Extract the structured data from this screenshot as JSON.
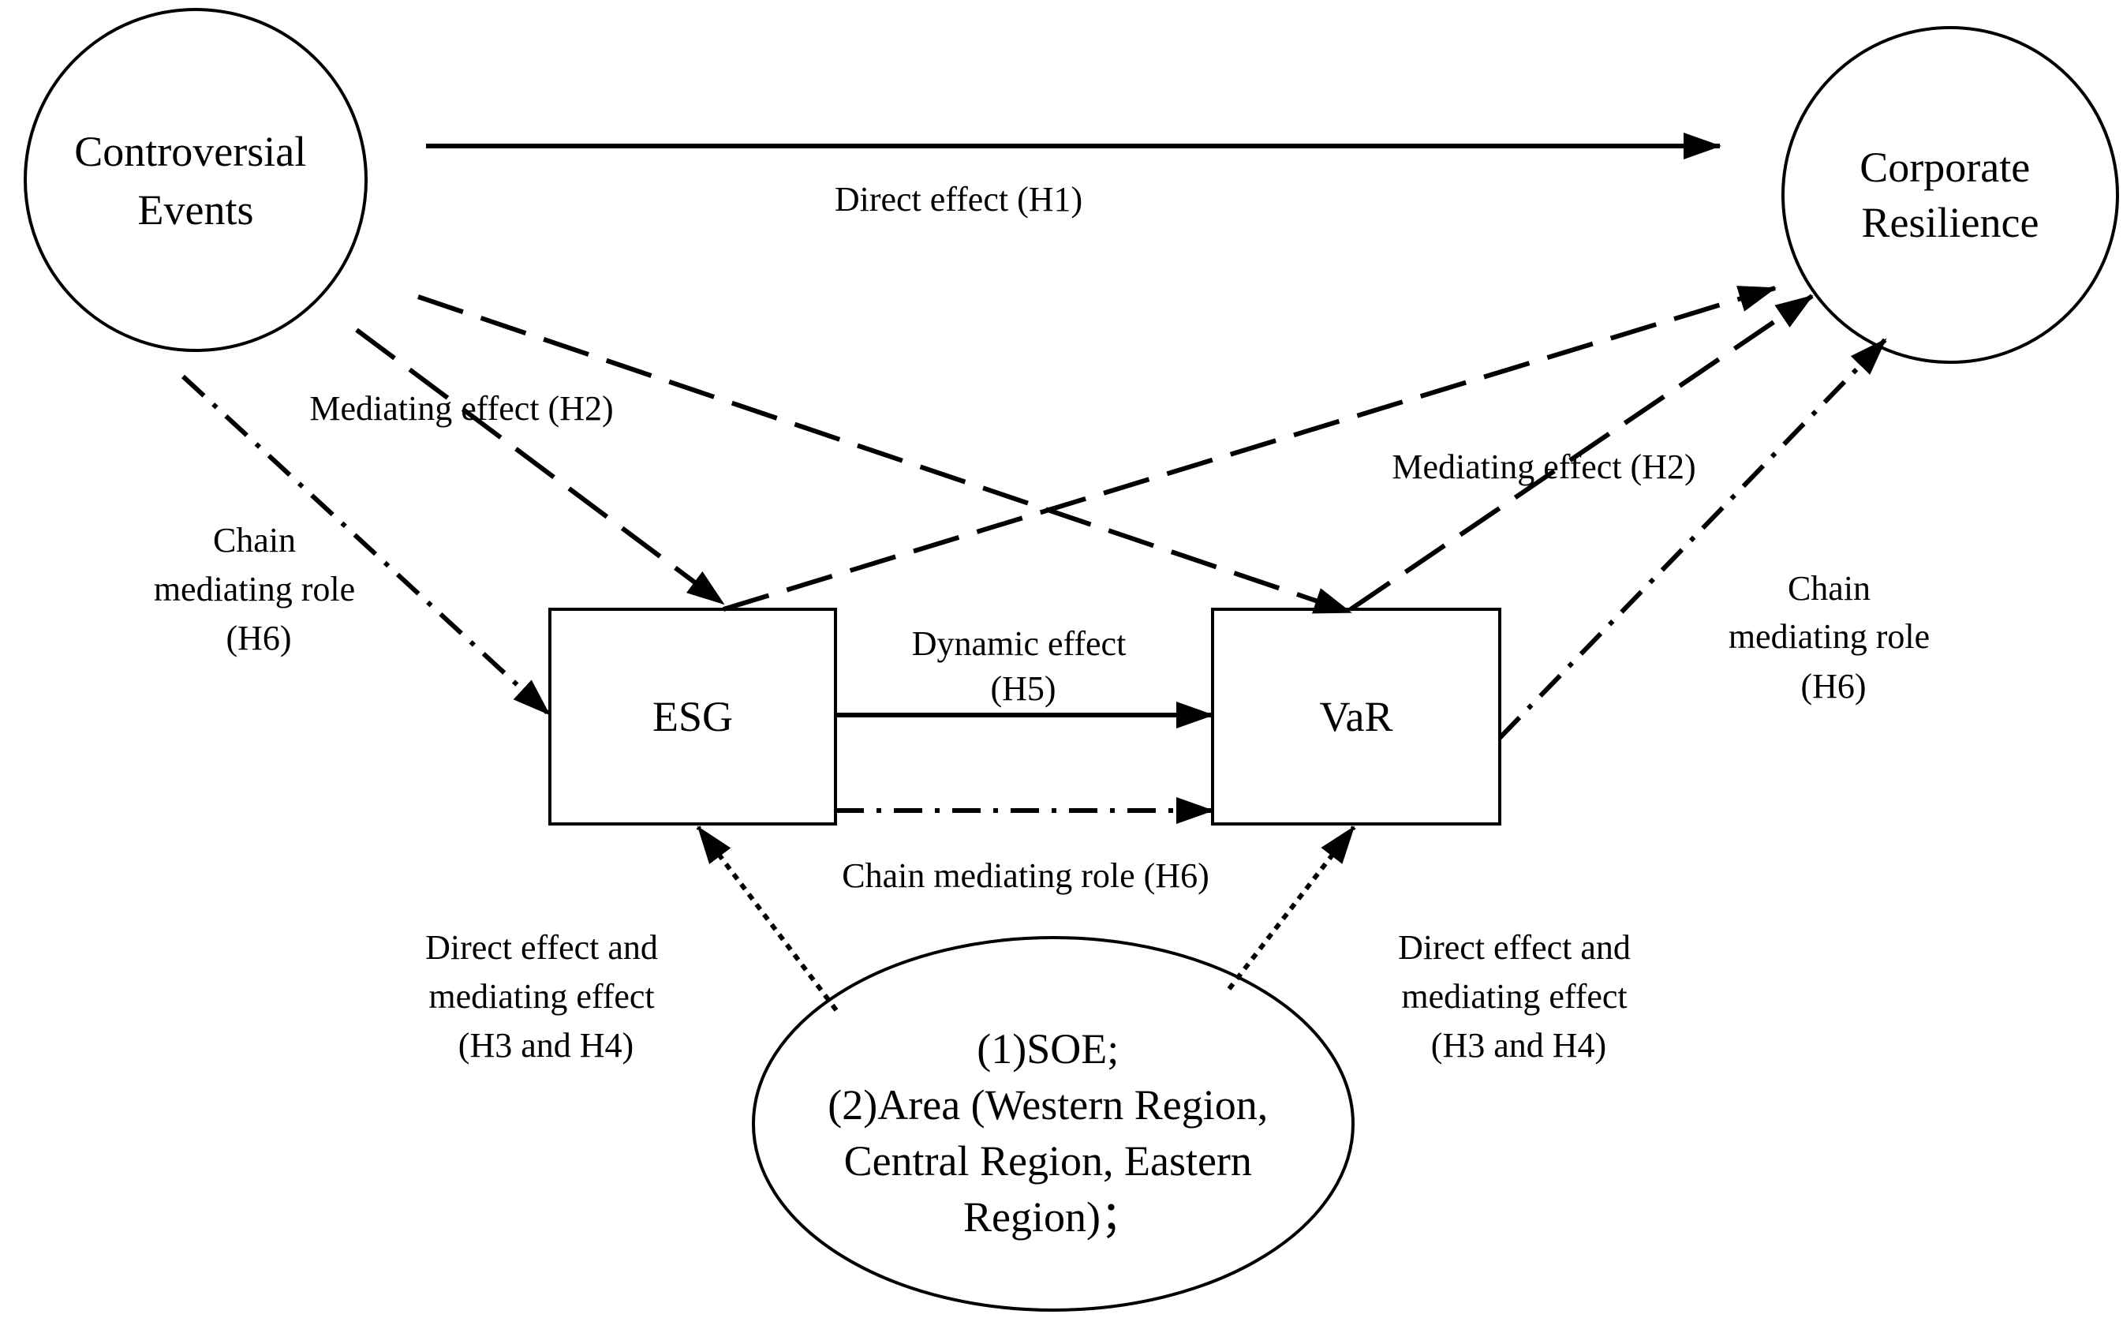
{
  "nodes": {
    "controversial_events": {
      "lines": [
        "Controversial",
        "Events"
      ]
    },
    "corporate_resilience": {
      "lines": [
        "Corporate",
        "Resilience"
      ]
    },
    "esg": {
      "label": "ESG"
    },
    "var": {
      "label": "VaR"
    },
    "moderators": {
      "lines": [
        "(1)SOE;",
        "(2)Area (Western Region,",
        "Central Region, Eastern",
        "Region)；"
      ]
    }
  },
  "labels": {
    "direct_h1": [
      "Direct effect (H1)"
    ],
    "mediating_h2_left": [
      "Mediating effect (H2)"
    ],
    "mediating_h2_right": [
      "Mediating effect (H2)"
    ],
    "chain_h6_left": [
      "Chain",
      "mediating role",
      "(H6)"
    ],
    "chain_h6_right": [
      "Chain",
      "mediating role",
      "(H6)"
    ],
    "dynamic_h5": [
      "Dynamic effect",
      "(H5)"
    ],
    "chain_h6_bottom": [
      "Chain mediating role (H6)"
    ],
    "moderation_left": [
      "Direct effect and",
      "mediating effect",
      "(H3 and H4)"
    ],
    "moderation_right": [
      "Direct effect and",
      "mediating effect",
      "(H3 and H4)"
    ]
  },
  "colors": {
    "stroke": "#000000",
    "background": "#ffffff"
  }
}
